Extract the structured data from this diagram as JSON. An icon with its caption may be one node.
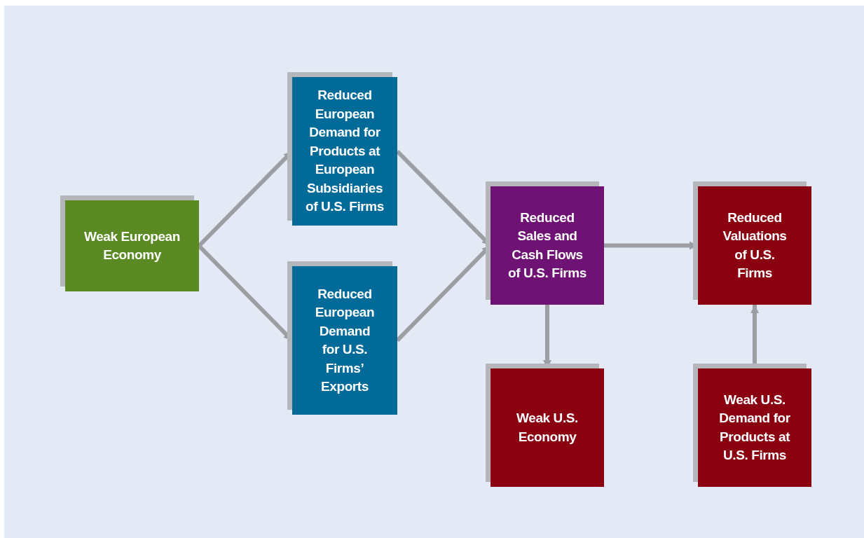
{
  "diagram": {
    "nodes": [
      {
        "text": [
          "Weak European Economy"
        ]
      },
      {
        "text": [
          "Reduced European Demand for Products at European Subsidiaries of U.S. Firms"
        ]
      },
      {
        "text": [
          "Reduced European Demand for U.S. Firms’ Exports"
        ]
      },
      {
        "text": [
          "Reduced Sales and Cash Flows of U.S. Firms"
        ]
      },
      {
        "text": [
          "Reduced Valuations of U.S. Firms"
        ]
      },
      {
        "text": [
          "Weak U.S. Economy"
        ]
      },
      {
        "text": [
          "Weak U.S. Demand for Products at U.S. Firms"
        ]
      }
    ],
    "edges": [
      {
        "from": 0,
        "to": 1,
        "arrow": "to"
      },
      {
        "from": 0,
        "to": 2,
        "arrow": "to"
      },
      {
        "from": 1,
        "to": 3,
        "arrow": "to"
      },
      {
        "from": 2,
        "to": 3,
        "arrow": "to"
      },
      {
        "from": 3,
        "to": 4,
        "arrow": "to"
      },
      {
        "from": 3,
        "to": 5,
        "arrow": "to"
      },
      {
        "from": 6,
        "to": 4,
        "arrow": "to"
      }
    ]
  }
}
